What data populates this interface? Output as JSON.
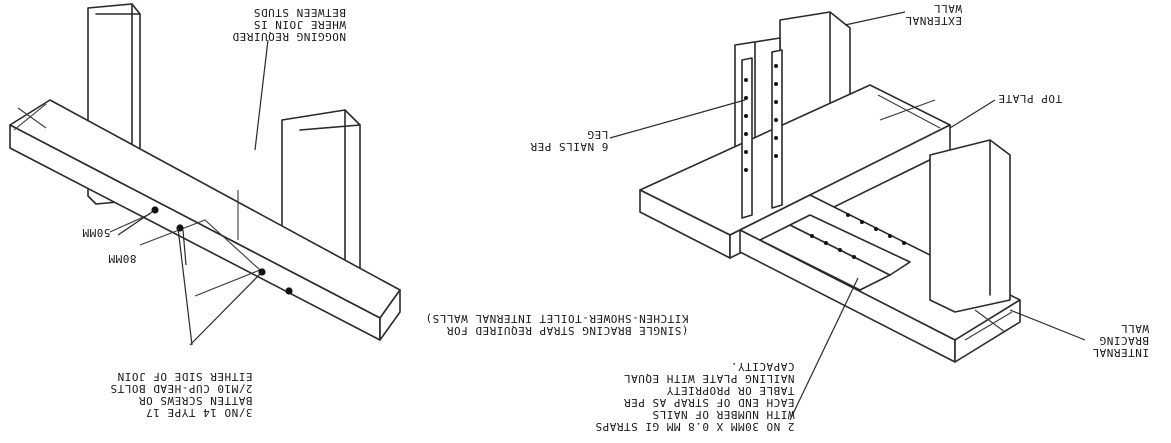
{
  "left_detail": {
    "nogging_note": "NOGGING REQUIRED\nWHERE JOIN IS\nBETWEEN STUDS",
    "fixing_note": "3/No 14 TYPE 17\nBATTEN SCREWS OR\n2/M10 CUP-HEAD BOLTS\nEITHER SIDE OF JOIN",
    "dim_50": "50mm",
    "dim_80": "80mm"
  },
  "right_detail": {
    "external_wall_label": "EXTERNAL\nWALL",
    "top_plate_label": "TOP PLATE",
    "nails_label": "6 NAILS PER\nLEG",
    "internal_wall_label": "INTERNAL\nBRACING\nWALL",
    "strap_note": "2 No 30mm x 0.8 mm GI STRAPS\nWITH NUMBER OF NAILS\nEACH END OF STRAP AS PER\nTABLE OR PROPRIETY\nNAILING PLATE WITH EQUAL\nCAPACITY.",
    "bracing_note": "(SINGLE BRACING STRAP REQUIRED FOR\nKITCHEN-SHOWER-TOILET INTERNAL WALLS)"
  }
}
